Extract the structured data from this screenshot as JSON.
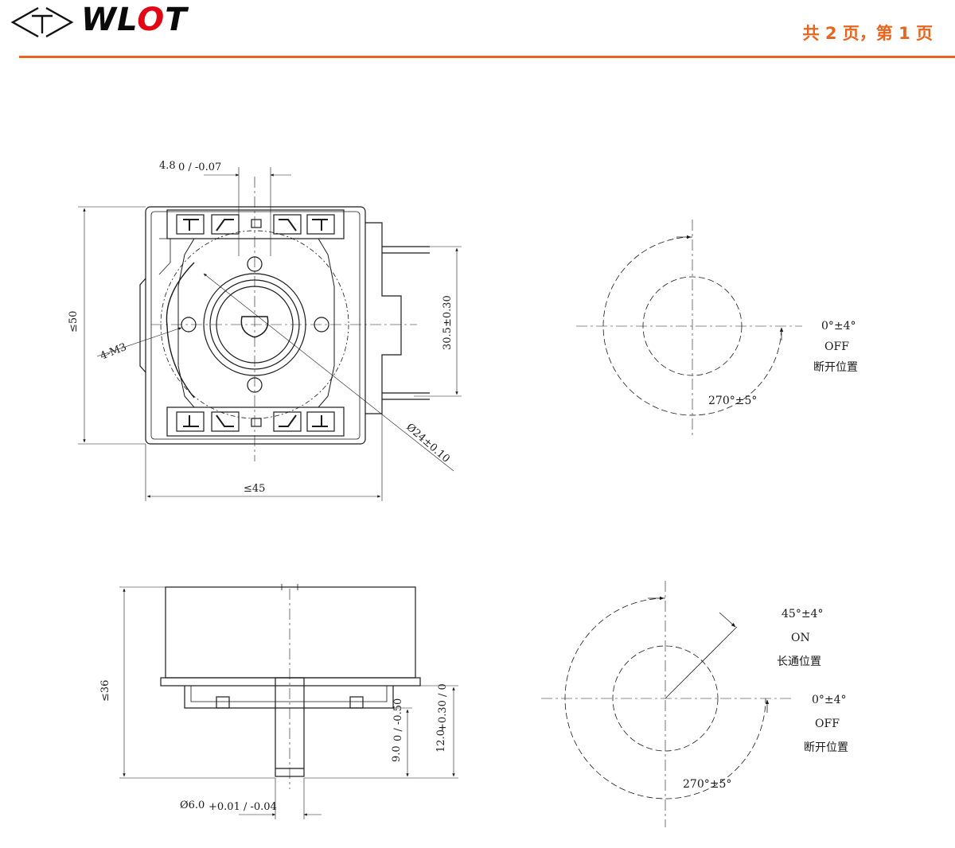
{
  "header": {
    "logo_icon": "t-arrow-logo",
    "brand_prefix": "WL",
    "brand_o": "O",
    "brand_suffix": "T",
    "page_count": "共 2 页，第 1 页",
    "accent_color": "#e8651f",
    "brand_red": "#e30613"
  },
  "front_view": {
    "dim_shaft_width": "4.8",
    "dim_shaft_width_tol": "0 / -0.07",
    "dim_height": "≤50",
    "dim_width": "≤45",
    "dim_terminal_span": "30.5±0.30",
    "dim_diameter": "Ø24±0.10",
    "dim_holes": "4-M3"
  },
  "side_view": {
    "dim_height": "≤36",
    "dim_shaft_9": "9.0",
    "dim_shaft_9_tol": "0 / -0.50",
    "dim_shaft_12": "12.0",
    "dim_shaft_12_tol": "+0.30 / 0",
    "dim_shaft_dia": "Ø6.0",
    "dim_shaft_dia_tol": "+0.01 / -0.04"
  },
  "rotation_diagram_1": {
    "angle_off": "0°±4°",
    "state_off": "OFF",
    "state_off_cn": "断开位置",
    "angle_total": "270°±5°"
  },
  "rotation_diagram_2": {
    "angle_on": "45°±4°",
    "state_on": "ON",
    "state_on_cn": "长通位置",
    "angle_off": "0°±4°",
    "state_off": "OFF",
    "state_off_cn": "断开位置",
    "angle_total": "270°±5°"
  }
}
